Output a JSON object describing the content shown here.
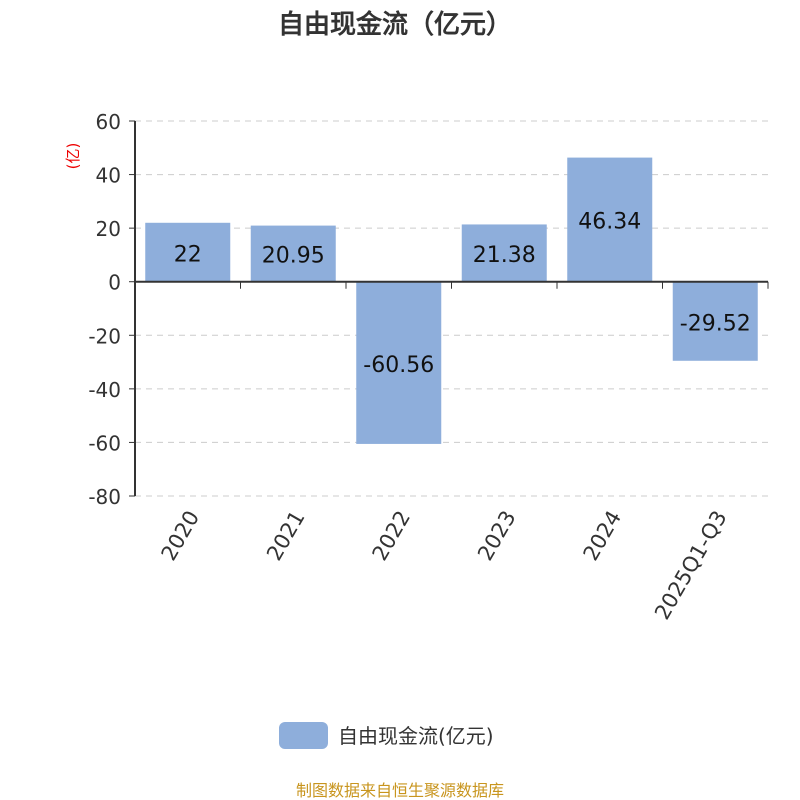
{
  "chart_data": {
    "type": "bar",
    "title": "自由现金流（亿元）",
    "ylabel": "(亿)",
    "xlabel": "",
    "categories": [
      "2020",
      "2021",
      "2022",
      "2023",
      "2024",
      "2025Q1-Q3"
    ],
    "series": [
      {
        "name": "自由现金流(亿元)",
        "values": [
          22,
          20.95,
          -60.56,
          21.38,
          46.34,
          -29.52
        ],
        "labels": [
          "22",
          "20.95",
          "-60.56",
          "21.38",
          "46.34",
          "-29.52"
        ]
      }
    ],
    "ylim": [
      -80,
      60
    ],
    "yticks": [
      "60",
      "40",
      "20",
      "0",
      "-20",
      "-40",
      "-60",
      "-80"
    ],
    "grid": true,
    "legend_position": "bottom",
    "bar_color": "#8eaedb"
  },
  "footer": "制图数据来自恒生聚源数据库"
}
